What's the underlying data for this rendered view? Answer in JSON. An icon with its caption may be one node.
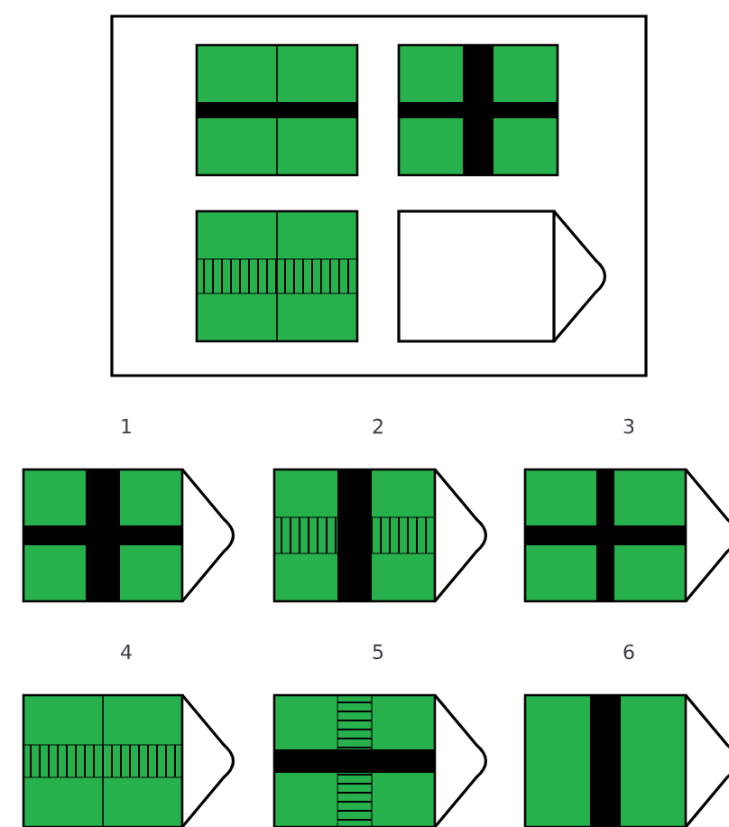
{
  "diagram": {
    "labels": [
      "1",
      "2",
      "3",
      "4",
      "5",
      "6"
    ]
  }
}
